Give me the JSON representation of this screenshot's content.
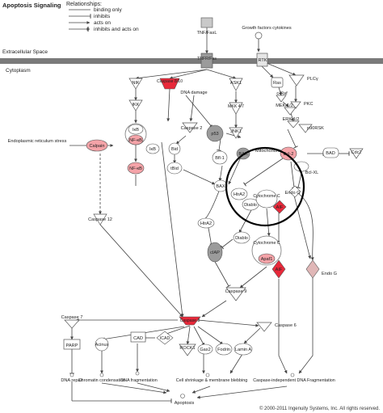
{
  "header": {
    "title": "Apoptosis Signaling",
    "relationships_title": "Relationships:",
    "legend": [
      "binding only",
      "inhibits",
      "acts on",
      "inhibits and acts on"
    ]
  },
  "regions": {
    "extracellular": "Extracellular Space",
    "cytoplasm": "Cytoplasm"
  },
  "nodes": {
    "tnf": "TNF/FasL",
    "tnfr": "TNFR/Fas",
    "growth": "Growth factors cytokines",
    "rtk": "RTK",
    "nik": "NIK",
    "casp8top": "Caspase 8/10",
    "ask1": "ASK1",
    "ras": "Ras",
    "plcg": "PLCγ",
    "craf": "c-Raf",
    "pkc": "PKC",
    "ikk": "IKK",
    "dna_damage": "DNA damage",
    "mkk": "MKK 4/7",
    "mek": "MEK 1/2",
    "erk": "ERK 1/2",
    "p90rsk": "p90RSK",
    "ikb": "IκB",
    "nfkb": "NF-κB",
    "ikb2": "IκB",
    "nfkb2": "NF-κB",
    "casp2": "Caspase 2",
    "p53": "p53",
    "jnk1": "JNK1",
    "bid": "Bid",
    "bfl1": "Bfl-1",
    "bak": "BAK",
    "mito": "Mitochondria",
    "bcl2": "Bcl-2",
    "bad": "BAD",
    "cdc2": "Cdc2",
    "er_stress": "Endoplasmic reticulum stress",
    "calpain": "Calpain",
    "tbid": "tBid",
    "bclxl": "Bcl-XL",
    "bax": "BAX",
    "htra2": "HtrA2",
    "diablo": "Diablo",
    "cytc": "Cytochrome C",
    "endog": "Endo G",
    "aif": "AIF",
    "casp12": "Caspase 12",
    "htra2b": "HtrA2",
    "diablo2": "Diablo",
    "ciap": "cIAP",
    "cytc2": "Cytochrome C",
    "apaf1": "Apaf1",
    "aif2": "AIF",
    "endog2": "Endo G",
    "casp9": "Caspase 9",
    "casp7": "Caspase 7",
    "casp3": "Caspase 3",
    "casp6": "Caspase 6",
    "cad": "CAD",
    "icad": "ICAD",
    "parp": "PARP",
    "acinus": "Acinus",
    "rock1": "ROCK1",
    "gas2": "Gas2",
    "fodrin": "Fodrin",
    "lamin": "Lamin A",
    "dna_repair": "DNA repair",
    "chromatin": "Chromatin condensation",
    "dna_frag": "DNA fragmentation",
    "shrink": "Cell shrinkage & membrane blebbing",
    "caspase_indep": "Caspase-independent DNA Fragmentation",
    "apoptosis": "Apoptosis"
  },
  "footer": {
    "copyright": "© 2000-2011 Ingenuity Systems, Inc. All rights reserved."
  },
  "colors": {
    "membrane": "#7a7a7a",
    "red_node": "#e8293a",
    "pink_node": "#f4a3a8",
    "gray_node": "#9b9b9b",
    "highlight_ring": "#000000"
  }
}
